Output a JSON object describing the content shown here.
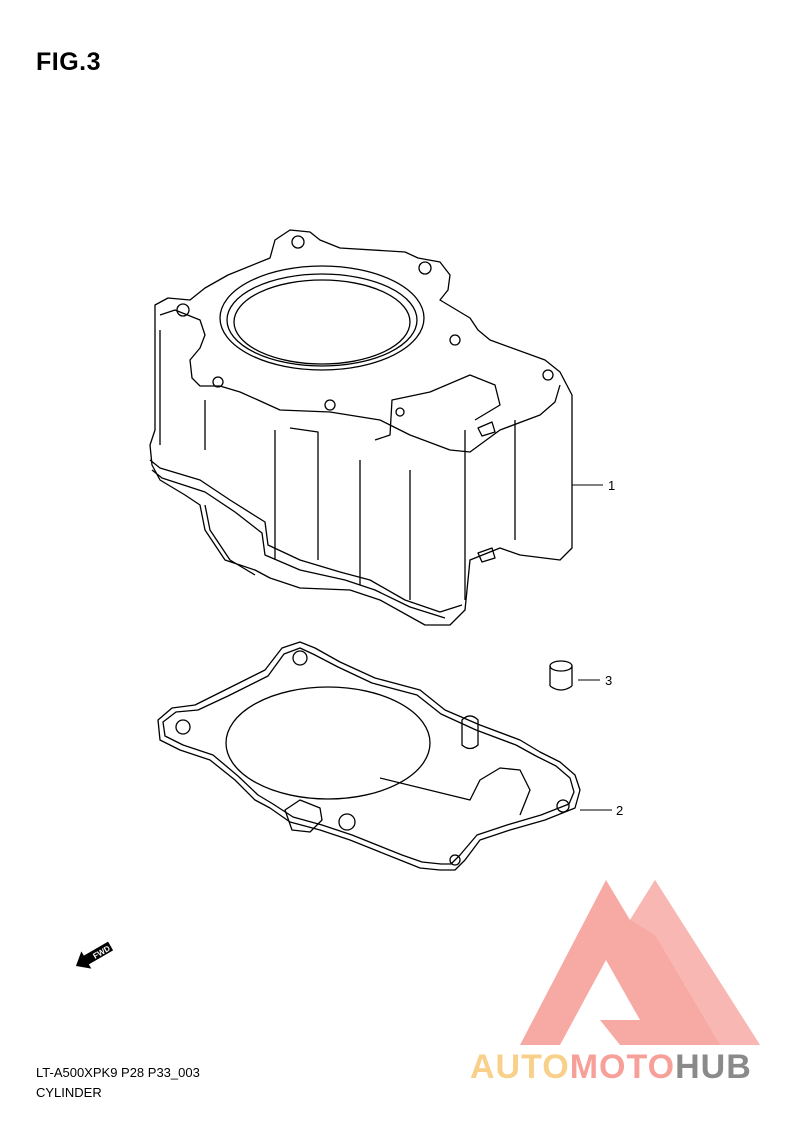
{
  "figure": {
    "title": "FIG.3"
  },
  "callouts": [
    {
      "number": "1",
      "part": "cylinder-block"
    },
    {
      "number": "2",
      "part": "cylinder-gasket"
    },
    {
      "number": "3",
      "part": "dowel-pin"
    }
  ],
  "fwd_marker": {
    "label": "FWD"
  },
  "footer": {
    "code": "LT-A500XPK9 P28 P33_003",
    "name": "CYLINDER"
  },
  "watermark": {
    "part1": "AUTO",
    "part2": "MOTO",
    "part3": "HUB",
    "colors": {
      "triangle": "#f7a09a",
      "auto": "#f8d08a",
      "moto": "#f7a09a",
      "hub": "#8a8a8a"
    }
  }
}
